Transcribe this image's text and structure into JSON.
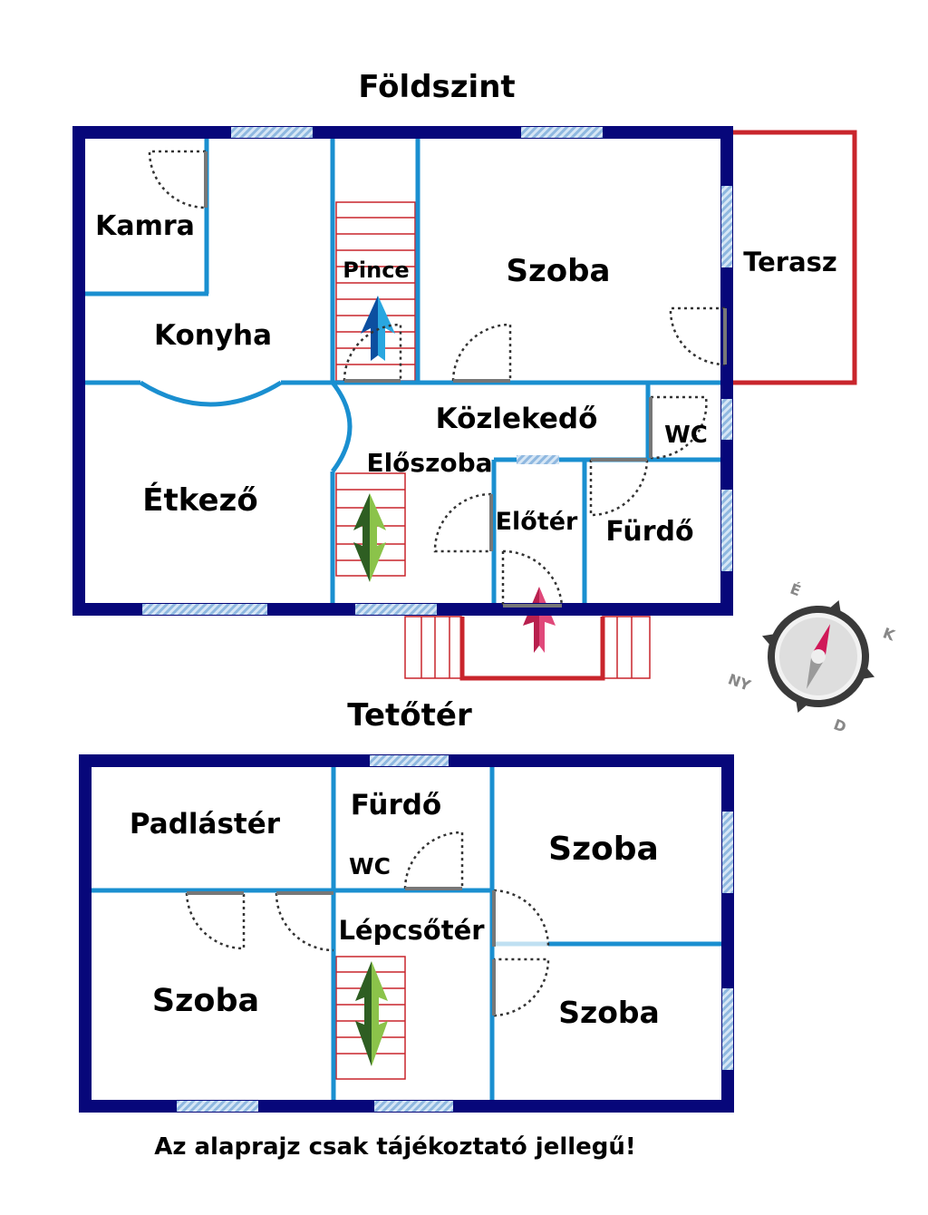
{
  "ground_floor": {
    "title": "Földszint",
    "rooms": {
      "kamra": "Kamra",
      "konyha": "Konyha",
      "pince": "Pince",
      "szoba": "Szoba",
      "terasz": "Terasz",
      "kozlekedo": "Közlekedő",
      "wc": "WC",
      "eloszoba": "Előszoba",
      "etkezo": "Étkező",
      "eloter": "Előtér",
      "furdo": "Fürdő"
    }
  },
  "upper_floor": {
    "title": "Tetőtér",
    "rooms": {
      "padlaster": "Padlástér",
      "furdo": "Fürdő",
      "wc": "WC",
      "szoba_ne": "Szoba",
      "lepcsoter": "Lépcsőtér",
      "szoba_w": "Szoba",
      "szoba_se": "Szoba"
    }
  },
  "compass": {
    "north": "É",
    "east": "K",
    "west": "NY",
    "south": "D"
  },
  "disclaimer": "Az alaprajz csak tájékoztató jellegű!",
  "colors": {
    "outer_wall": "#07077a",
    "inner_wall": "#1a8fd0",
    "terrace": "#c9252c",
    "entrance_arrow": "#d9326a",
    "stair_arrow": "#4a8a2a"
  }
}
